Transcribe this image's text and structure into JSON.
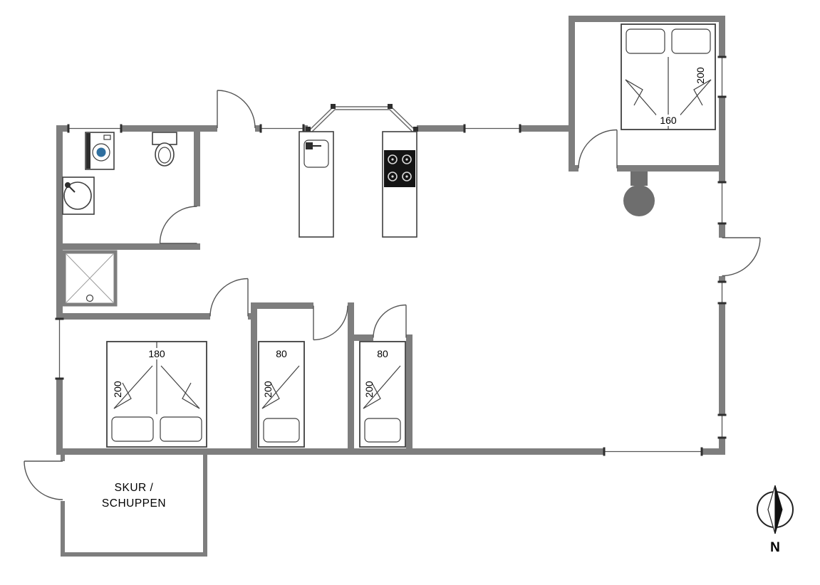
{
  "colors": {
    "wall": "#7e7e7e",
    "line": "#555555",
    "fixture": "#3f3f3f",
    "cooktop": "#141414",
    "stove": "#6e6e6e",
    "text": "#000000",
    "bg": "#ffffff",
    "washer": "#2f6f9f"
  },
  "labels": {
    "shed_line1": "SKUR /",
    "shed_line2": "SCHUPPEN",
    "compass_north": "N"
  },
  "dimensions": {
    "main_bed_width": "160",
    "main_bed_length": "200",
    "bed1_width": "180",
    "bed1_length": "200",
    "bed2_width": "80",
    "bed2_length": "200",
    "bed3_width": "80",
    "bed3_length": "200"
  }
}
